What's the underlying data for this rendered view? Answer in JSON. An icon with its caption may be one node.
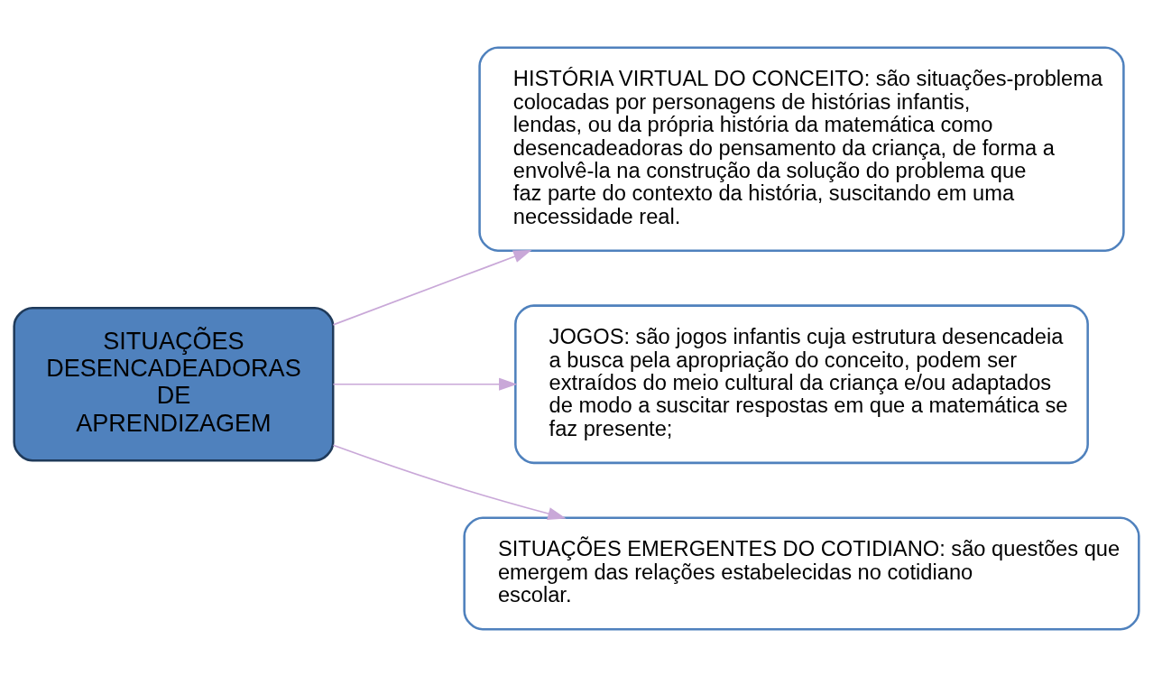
{
  "diagram": {
    "nodes": [
      {
        "text": [
          "SITUAÇÕES DESENCADEADORAS DE APRENDIZAGEM"
        ]
      },
      {
        "text": [
          "HISTÓRIA VIRTUAL DO CONCEITO: são situações-problema colocadas por personagens de histórias infantis, lendas, ou da própria história da matemática como desencadeadoras do pensamento da criança, de forma a envolvê-la na construção da solução do problema que faz parte do contexto da história, suscitando em uma necessidade real."
        ]
      },
      {
        "text": [
          "JOGOS: são jogos infantis cuja estrutura desencadeia a busca pela apropriação do conceito, podem ser extraídos do meio cultural da criança e/ou adaptados de modo a suscitar respostas em que a matemática se faz presente;"
        ]
      },
      {
        "text": [
          "SITUAÇÕES EMERGENTES DO COTIDIANO: são questões que emergem das relações estabelecidas no cotidiano escolar."
        ]
      }
    ],
    "edges": [
      {
        "from": 0,
        "to": 1,
        "arrow": "to"
      },
      {
        "from": 0,
        "to": 2,
        "arrow": "to"
      },
      {
        "from": 0,
        "to": 3,
        "arrow": "to"
      }
    ]
  }
}
